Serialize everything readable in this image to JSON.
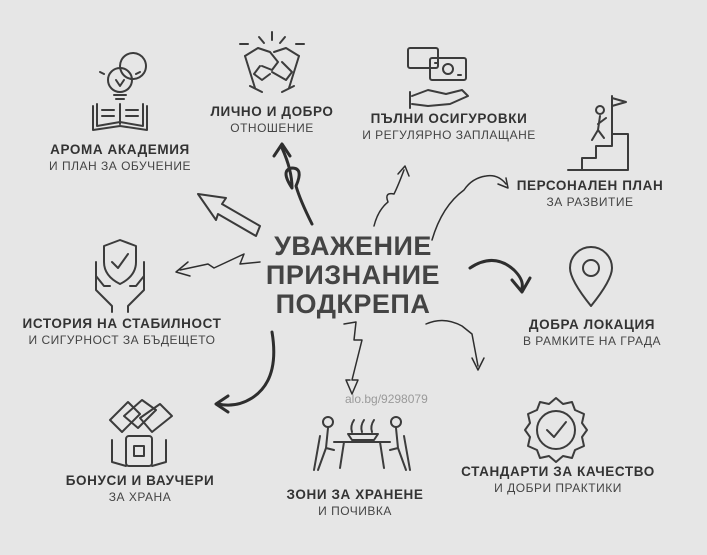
{
  "center": [
    "УВАЖЕНИЕ",
    "ПРИЗНАНИЕ",
    "ПОДКРЕПА"
  ],
  "items": [
    {
      "id": "personal",
      "title": "ЛИЧНО И ДОБРО",
      "sub": "ОТНОШЕНИЕ",
      "icon": "handshake-icon"
    },
    {
      "id": "insurance",
      "title": "ПЪЛНИ ОСИГУРОВКИ",
      "sub": "И РЕГУЛЯРНО ЗАПЛАЩАНЕ",
      "icon": "money-hand-icon"
    },
    {
      "id": "academy",
      "title": "АРОМА АКАДЕМИЯ",
      "sub": "И ПЛАН ЗА ОБУЧЕНИЕ",
      "icon": "book-lightbulb-icon"
    },
    {
      "id": "development",
      "title": "ПЕРСОНАЛЕН ПЛАН",
      "sub": "ЗА РАЗВИТИЕ",
      "icon": "career-stairs-icon"
    },
    {
      "id": "history",
      "title": "ИСТОРИЯ НА  СТАБИЛНОСТ",
      "sub": "И СИГУРНОСТ ЗА БЪДЕЩЕТО",
      "icon": "shield-hands-icon"
    },
    {
      "id": "location",
      "title": "ДОБРА ЛОКАЦИЯ",
      "sub": "В РАМКИТЕ НА ГРАДА",
      "icon": "location-pin-icon"
    },
    {
      "id": "bonuses",
      "title": "БОНУСИ И ВАУЧЕРИ",
      "sub": "ЗА ХРАНА",
      "icon": "vouchers-icon"
    },
    {
      "id": "dining",
      "title": "ЗОНИ ЗА ХРАНЕНЕ",
      "sub": "И ПОЧИВКА",
      "icon": "dining-table-icon"
    },
    {
      "id": "quality",
      "title": "СТАНДАРТИ ЗА КАЧЕСТВО",
      "sub": "И ДОБРИ ПРАКТИКИ",
      "icon": "quality-badge-icon"
    }
  ],
  "watermark": "alo.bg/9298079"
}
